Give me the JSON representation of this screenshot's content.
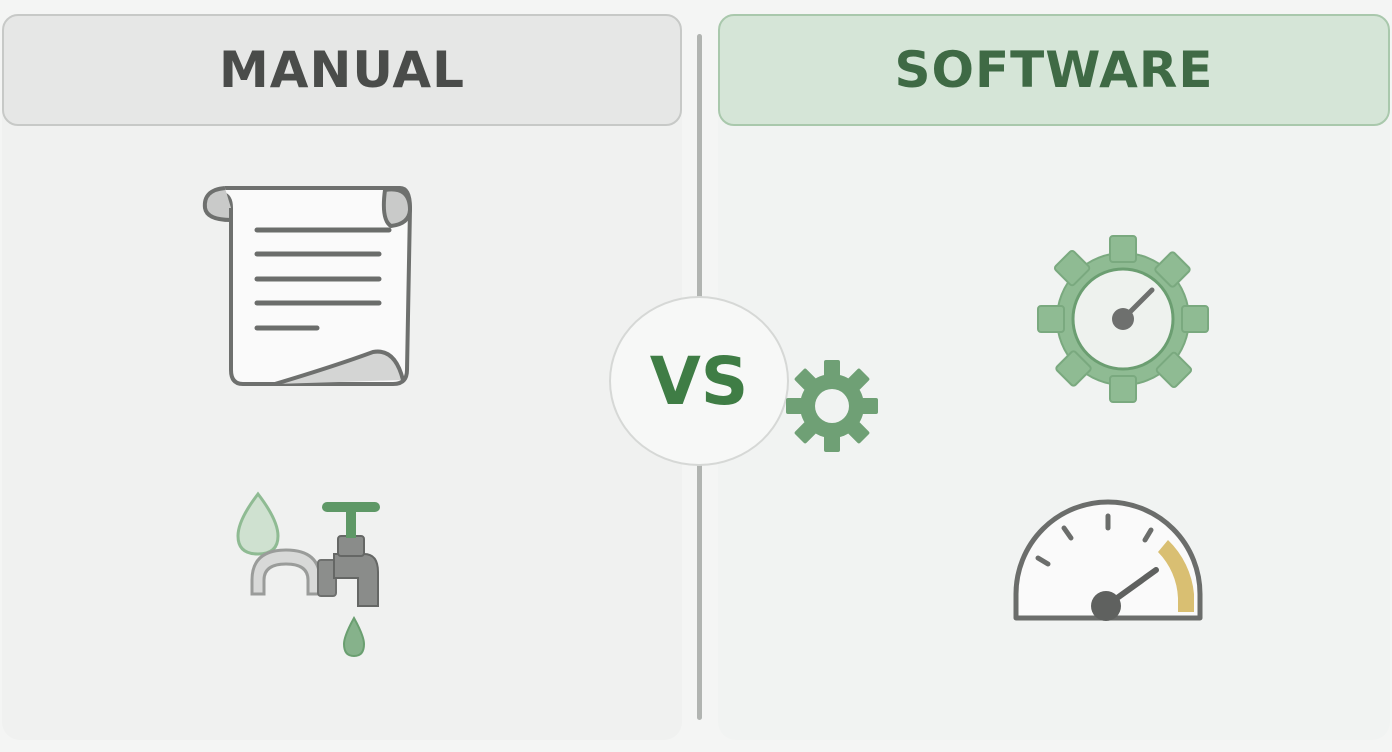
{
  "left": {
    "title": "MANUAL"
  },
  "right": {
    "title": "SOFTWARE"
  },
  "center": {
    "label": "VS"
  },
  "icons": {
    "manual": [
      "document-scroll-icon",
      "water-faucet-icon"
    ],
    "software": [
      "gear-gauge-icon",
      "small-gear-icon",
      "speedometer-icon"
    ]
  },
  "colors": {
    "green": "#4e8a55",
    "green_light": "#8fbb93",
    "gray_dark": "#6b6d6b",
    "accent_yellow": "#d4b560"
  }
}
